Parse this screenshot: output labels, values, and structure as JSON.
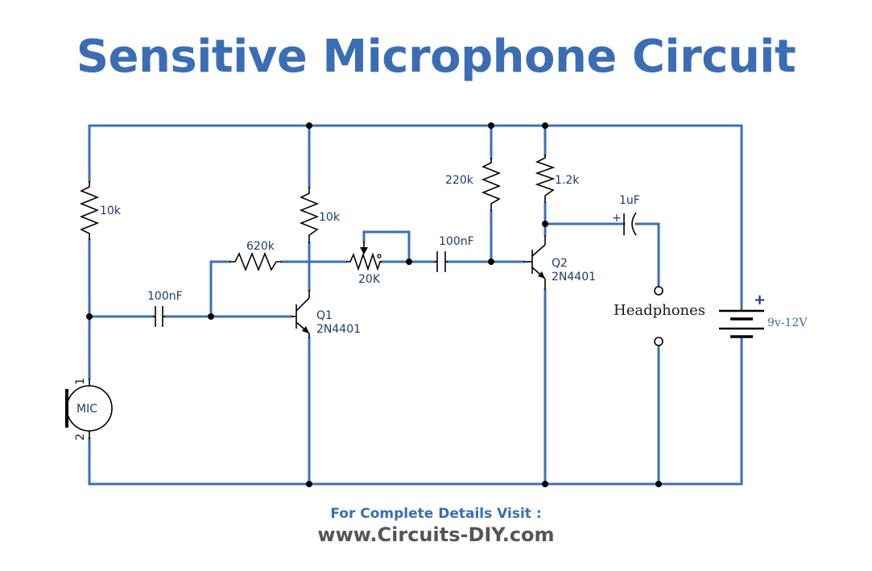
{
  "title": "Sensitive Microphone Circuit",
  "components": {
    "r1": "10k",
    "r2": "10k",
    "r3": "620k",
    "pot": "20K",
    "r4": "220k",
    "r5": "1.2k",
    "c1": "100nF",
    "c2": "100nF",
    "c3": "1uF",
    "q1_name": "Q1",
    "q1_part": "2N4401",
    "q2_name": "Q2",
    "q2_part": "2N4401",
    "mic": "MIC",
    "mic_pin1": "1",
    "mic_pin2": "2",
    "headphones": "Headphones",
    "battery": "9v-12V",
    "plus1": "+",
    "plus2": "+"
  },
  "footer": {
    "line1": "For Complete Details Visit :",
    "line2": "www.Circuits-DIY.com"
  },
  "colors": {
    "title": "#3b6db4",
    "wire": "#3e6fb5",
    "footer_url": "#555555"
  }
}
